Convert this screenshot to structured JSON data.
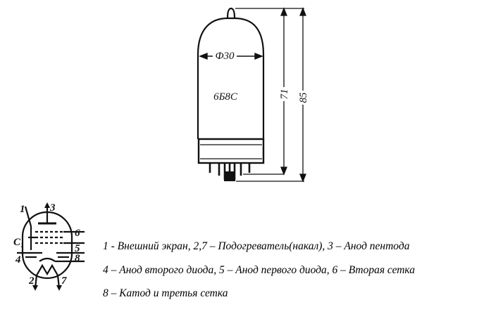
{
  "tube": {
    "diameter_label": "Ф30",
    "model_label": "6Б8С",
    "inner_height_label": "71",
    "outer_height_label": "85"
  },
  "schematic": {
    "pins": {
      "p1": "1",
      "p3": "3",
      "p6": "6",
      "p5": "5",
      "p8": "8",
      "p4": "4",
      "p2": "2",
      "p7": "7",
      "c1": "C₁"
    }
  },
  "legend": {
    "line1": "1 - Внешний экран, 2,7 – Подогреватель(накал), 3 – Анод пентода",
    "line2": "4 – Анод второго диода, 5 – Анод первого диода, 6 – Вторая сетка",
    "line3": "8 – Катод и третья сетка"
  }
}
